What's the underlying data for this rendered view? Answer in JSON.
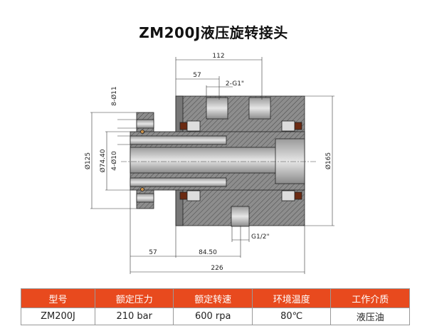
{
  "title": "ZM200J液压旋转接头",
  "dimensions": {
    "d112": "112",
    "d57_top": "57",
    "d2g1": "2-G1\"",
    "d8_11": "8-Ø11",
    "d125": "Ø125",
    "d74": "Ø74.40",
    "d4_10": "4-Ø10",
    "d165": "Ø165",
    "g12": "G1/2\"",
    "d57_bottom": "57",
    "d84": "84.50",
    "d226": "226"
  },
  "table": {
    "headers": [
      "型号",
      "额定压力",
      "额定转速",
      "环境温度",
      "工作介质"
    ],
    "row": [
      "ZM200J",
      "210 bar",
      "600 rpa",
      "80℃",
      "液压油"
    ]
  },
  "colors": {
    "header": "#e84a1e",
    "metal": "#8a8a8a",
    "seal": "#6b2a12"
  }
}
